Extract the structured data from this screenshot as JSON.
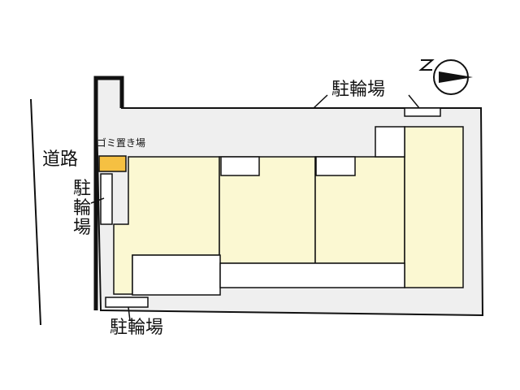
{
  "labels": {
    "road": "道路",
    "bicycle_parking_top": "駐輪場",
    "bicycle_parking_left": [
      "駐",
      "輪",
      "場"
    ],
    "bicycle_parking_bottom": "駐輪場",
    "garbage_area": "ゴミ置き場"
  },
  "colors": {
    "ground": "#efefef",
    "building": "#fbf8d2",
    "garbage": "#f5c042",
    "outline": "#111111",
    "background": "#ffffff"
  },
  "icons": {
    "compass": "north-arrow-icon"
  }
}
